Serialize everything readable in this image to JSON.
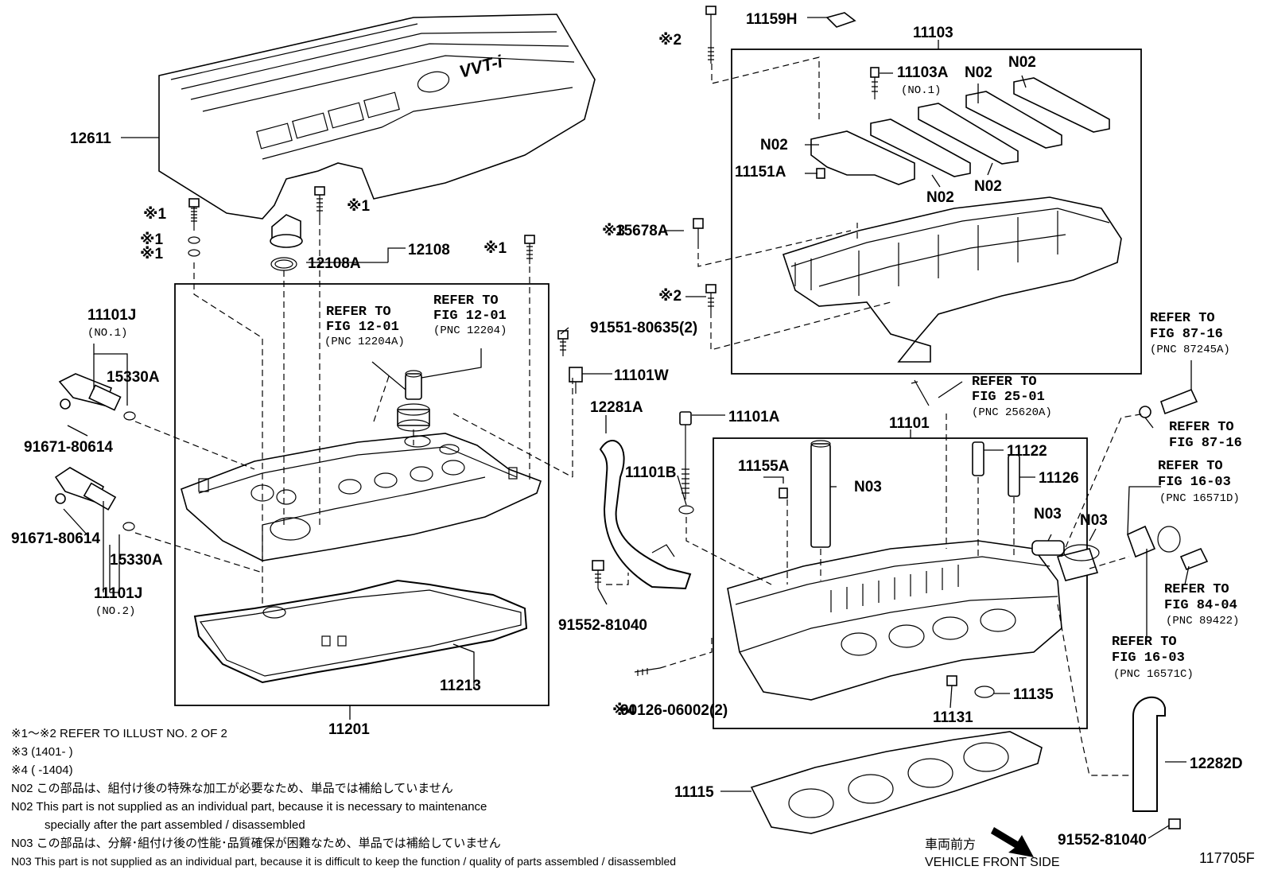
{
  "labels": {
    "p12611": "12611",
    "p12108": "12108",
    "p12108A": "12108A",
    "p11201": "11201",
    "p11213": "11213",
    "p11101J_1": "11101J",
    "p11101J_1_no": "(NO.1)",
    "p15330A_1": "15330A",
    "p91671_1": "91671-80614",
    "p91671_2": "91671-80614",
    "p15330A_2": "15330A",
    "p11101J_2": "11101J",
    "p11101J_2_no": "(NO.2)",
    "p91551": "91551-80635(2)",
    "p11101W": "11101W",
    "p12281A": "12281A",
    "p11101B": "11101B",
    "p11101A": "11101A",
    "p91552_1": "91552-81040",
    "p90126": "90126-06002(2)",
    "p11159H": "11159H",
    "p11103": "11103",
    "p11103A": "11103A",
    "p11103A_no": "(NO.1)",
    "n02_a": "N02",
    "n02_b": "N02",
    "n02_c": "N02",
    "n02_d": "N02",
    "n02_e": "N02",
    "p11151A": "11151A",
    "p15678A": "15678A",
    "p11101": "11101",
    "p11155A": "11155A",
    "n03_a": "N03",
    "n03_b": "N03",
    "n03_c": "N03",
    "p11122": "11122",
    "p11126": "11126",
    "p11135": "11135",
    "p11131": "11131",
    "p11115": "11115",
    "p12282D": "12282D",
    "p91552_2": "91552-81040",
    "mark1_a": "※1",
    "mark1_b": "※1",
    "mark1_c": "※1",
    "mark1_d": "※1",
    "mark1_e": "※1",
    "mark2_a": "※2",
    "mark2_b": "※2",
    "mark3": "※3",
    "mark4": "※4"
  },
  "refs": {
    "r1_l1": "REFER TO",
    "r1_l2": "FIG 12-01",
    "r1_l3": "(PNC 12204A)",
    "r2_l1": "REFER TO",
    "r2_l2": "FIG 12-01",
    "r2_l3": "(PNC 12204)",
    "r3_l1": "REFER TO",
    "r3_l2": "FIG 25-01",
    "r3_l3": "(PNC 25620A)",
    "r4_l1": "REFER TO",
    "r4_l2": "FIG 87-16",
    "r4_l3": "(PNC 87245A)",
    "r5_l1": "REFER TO",
    "r5_l2": "FIG 87-16",
    "r6_l1": "REFER TO",
    "r6_l2": "FIG 16-03",
    "r6_l3": "(PNC 16571D)",
    "r7_l1": "REFER TO",
    "r7_l2": "FIG 84-04",
    "r7_l3": "(PNC 89422)",
    "r8_l1": "REFER TO",
    "r8_l2": "FIG 16-03",
    "r8_l3": "(PNC 16571C)"
  },
  "notes": {
    "n1": "※1～※2  REFER TO ILLUST NO. 2 OF 2",
    "n2": "※3 (1401-       )",
    "n3": "※4 (       -1404)",
    "n4": "N02  この部品は、組付け後の特殊な加工が必要なため、単品では補給していません",
    "n5": "N02  This part is not supplied as an individual part, because it is necessary to maintenance",
    "n6": "specially after the part assembled / disassembled",
    "n7": "N03  この部品は、分解･組付け後の性能･品質確保が困難なため、単品では補給していません",
    "n8": "N03  This part is not supplied as an individual part, because it is difficult to keep the function / quality of parts  assembled / disassembled",
    "front_jp": "車両前方",
    "front_en": "VEHICLE FRONT SIDE",
    "diagram_no": "117705F",
    "cover_logo": "VVT-i"
  }
}
